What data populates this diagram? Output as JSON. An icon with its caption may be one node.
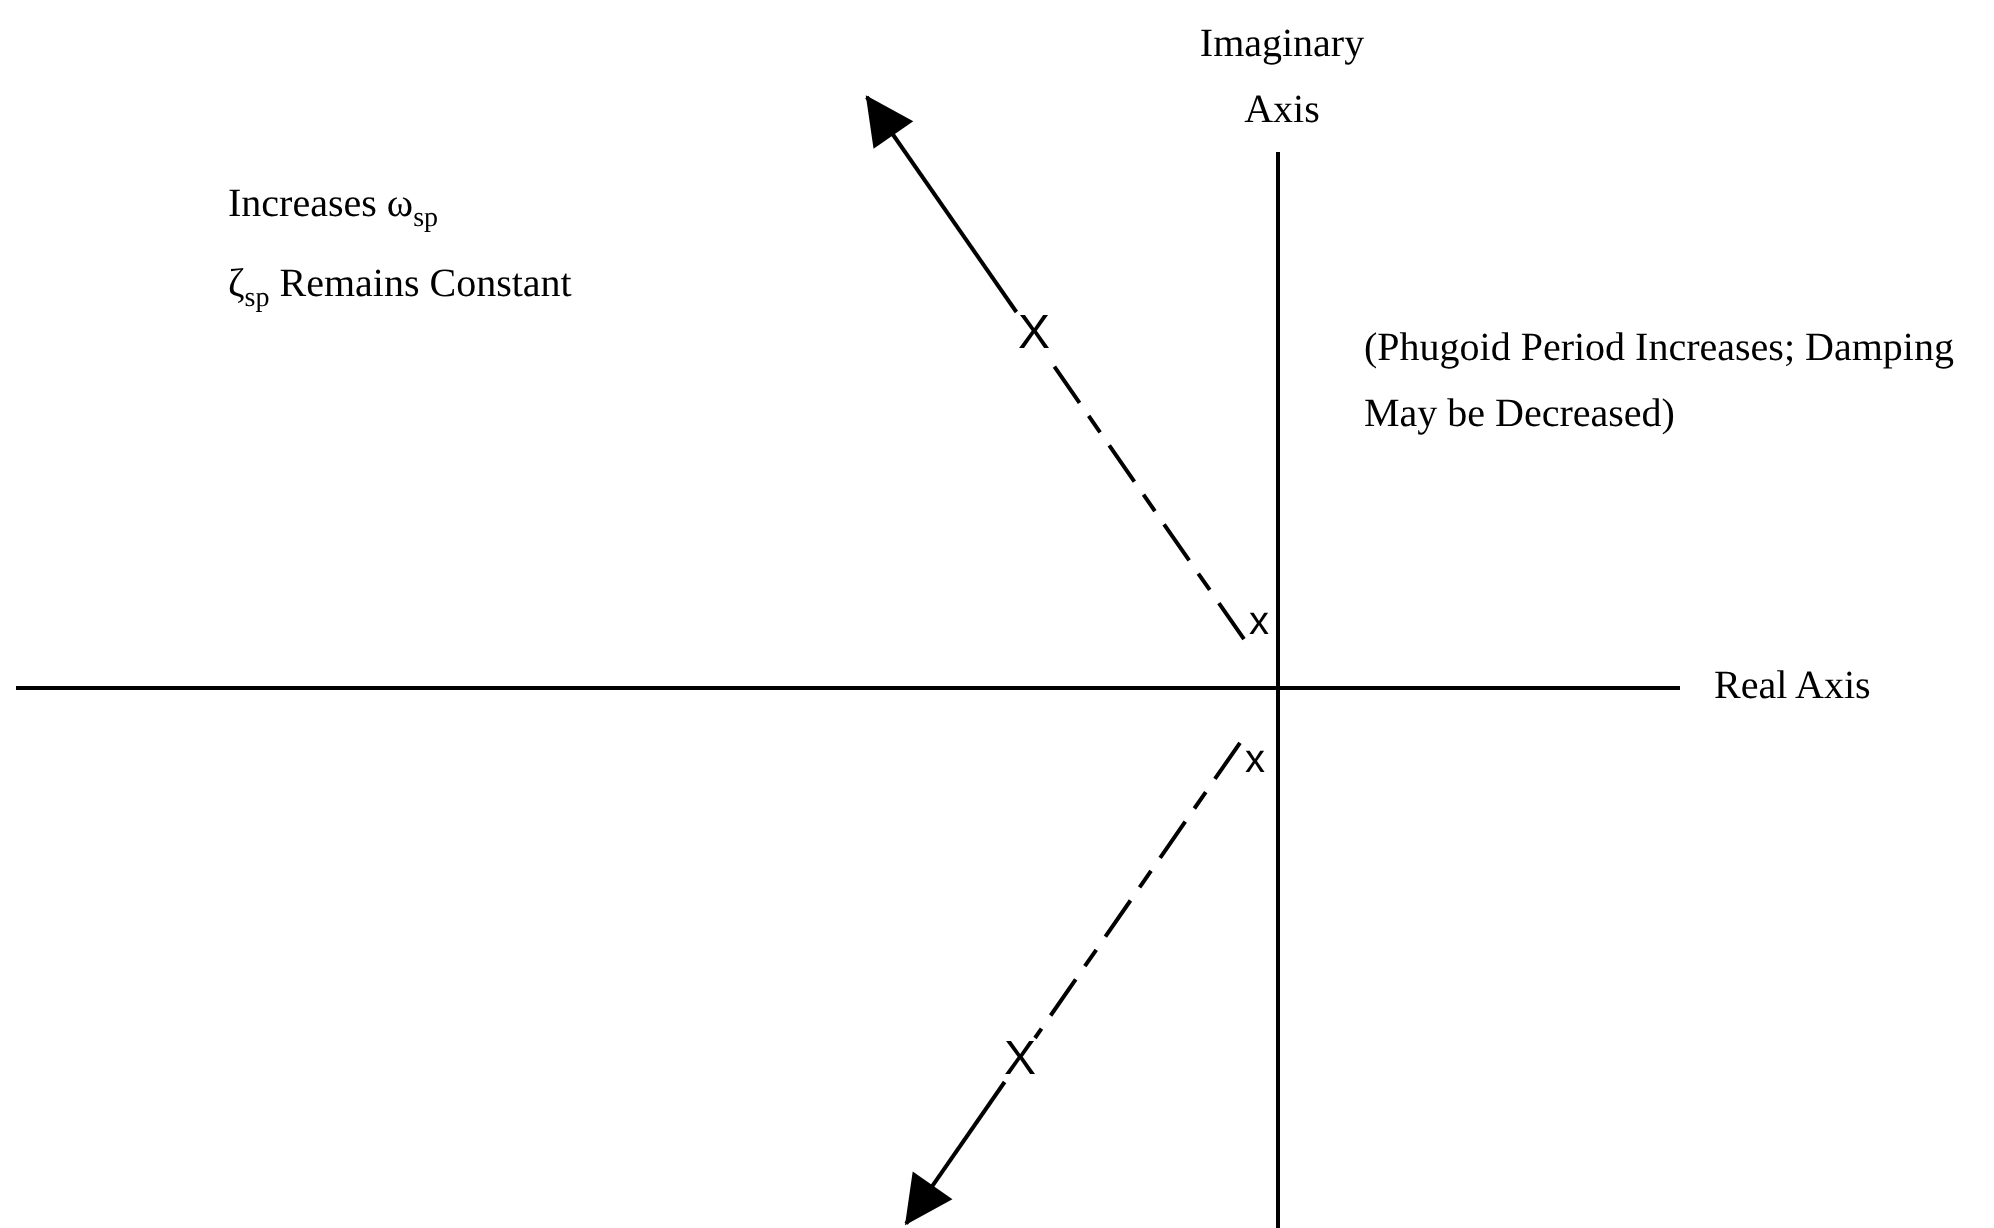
{
  "diagram": {
    "nodes": [
      {
        "text": [
          "X"
        ]
      },
      {
        "text": [
          "x"
        ]
      },
      {
        "text": [
          "x"
        ]
      },
      {
        "text": [
          "X"
        ]
      }
    ],
    "edges": [
      {
        "from": 1,
        "to": 0,
        "arrow": "none",
        "style": "dashed"
      },
      {
        "from": 0,
        "to": null,
        "arrow": "to"
      },
      {
        "from": 2,
        "to": 3,
        "arrow": "none",
        "style": "dashed"
      },
      {
        "from": 3,
        "to": null,
        "arrow": "to"
      }
    ],
    "labels": [
      "Imaginary Axis",
      "Increases ω$_{sp}$",
      "ζ$_{sp}$ Remains Constant",
      "(Phugoid Period Increases; Damping May be Decreased)",
      "Real Axis"
    ]
  }
}
